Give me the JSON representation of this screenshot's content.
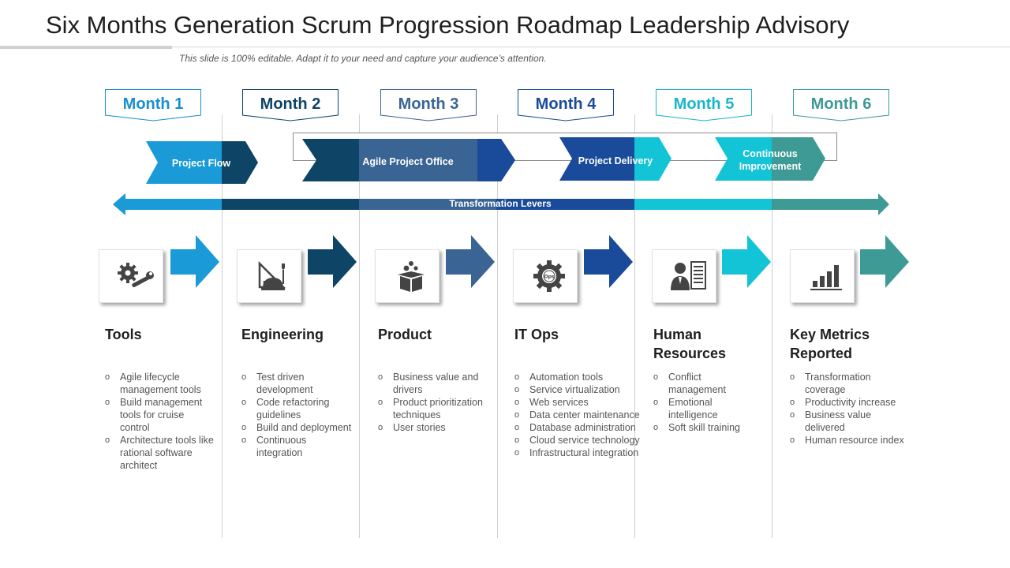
{
  "header": {
    "title": "Six Months Generation Scrum Progression Roadmap Leadership Advisory",
    "subtitle": "This slide is 100% editable. Adapt it to your need and capture your audience’s attention."
  },
  "months": [
    "Month 1",
    "Month 2",
    "Month 3",
    "Month 4",
    "Month 5",
    "Month 6"
  ],
  "phases": {
    "project_flow": "Project Flow",
    "agile_office": "Agile Project Office",
    "project_delivery": "Project Delivery",
    "continuous_improvement": "Continuous Improvement"
  },
  "levers_label": "Transformation Levers",
  "categories": [
    {
      "icon": "gear-wrench-icon",
      "title": "Tools",
      "bullets": [
        "Agile lifecycle management tools",
        "Build management tools for cruise control",
        "Architecture tools like rational software architect"
      ]
    },
    {
      "icon": "engineering-tools-icon",
      "title": "Engineering",
      "bullets": [
        "Test driven development",
        "Code refactoring guidelines",
        "Build and deployment",
        "Continuous integration"
      ]
    },
    {
      "icon": "product-box-icon",
      "title": "Product",
      "bullets": [
        "Business value and drivers",
        "Product prioritization techniques",
        "User stories"
      ]
    },
    {
      "icon": "ops-gear-icon",
      "title": "IT Ops",
      "bullets": [
        "Automation tools",
        "Service virtualization",
        "Web services",
        "Data center maintenance",
        "Database administration",
        "Cloud service technology",
        "Infrastructural integration"
      ]
    },
    {
      "icon": "hr-profile-icon",
      "title": "Human Resources",
      "bullets": [
        "Conflict management",
        "Emotional intelligence",
        "Soft skill training"
      ]
    },
    {
      "icon": "bar-chart-icon",
      "title": "Key Metrics Reported",
      "bullets": [
        "Transformation coverage",
        "Productivity increase",
        "Business value delivered",
        "Human resource index"
      ]
    }
  ],
  "colors": {
    "c1": "#1a9ad6",
    "c2": "#0e4466",
    "c3": "#3a6493",
    "c4": "#1a4a9a",
    "c5": "#12c4d6",
    "c6": "#3d9a94",
    "month_text": [
      "#1a8fd0",
      "#0e4466",
      "#3a6493",
      "#1a4a9a",
      "#19b6c9",
      "#3d9a94"
    ]
  }
}
